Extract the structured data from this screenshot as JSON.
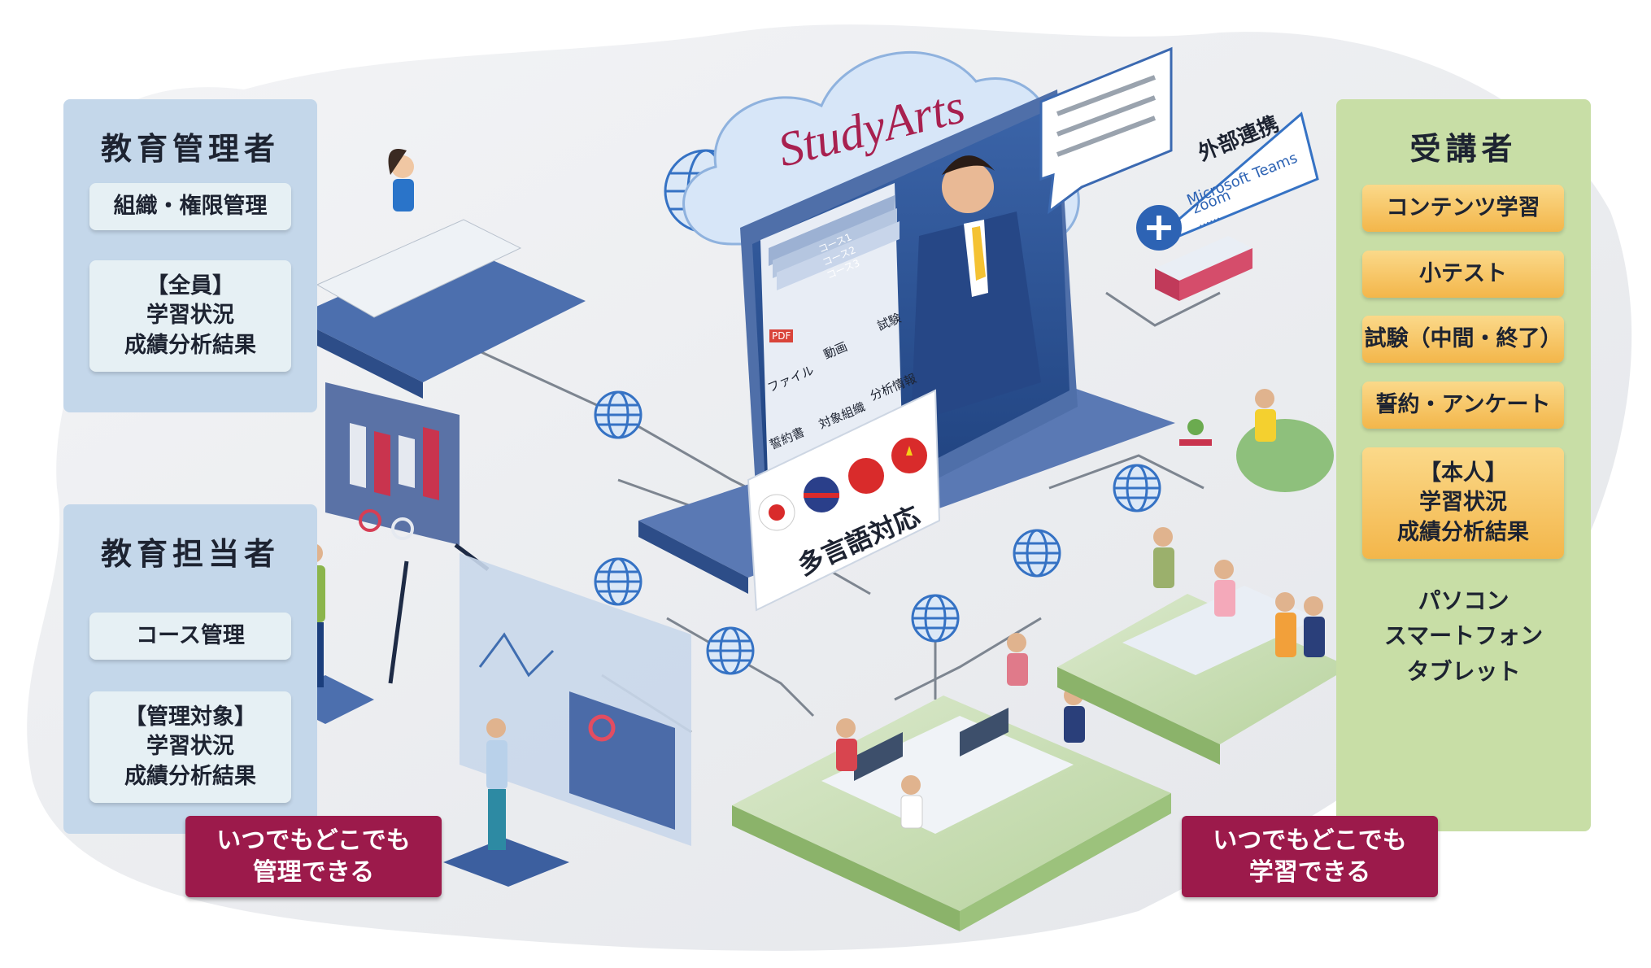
{
  "admin_panel": {
    "title": "教育管理者",
    "items": [
      "組織・権限管理",
      "【全員】\n学習状況\n成績分析結果"
    ]
  },
  "instructor_panel": {
    "title": "教育担当者",
    "items": [
      "コース管理",
      "【管理対象】\n学習状況\n成績分析結果"
    ]
  },
  "learner_panel": {
    "title": "受講者",
    "items": [
      "コンテンツ学習",
      "小テスト",
      "試験（中間・終了）",
      "誓約・アンケート",
      "【本人】\n学習状況\n成績分析結果"
    ],
    "devices": [
      "パソコン",
      "スマートフォン",
      "タブレット"
    ]
  },
  "banners": {
    "manage": "いつでもどこでも\n管理できる",
    "learn": "いつでもどこでも\n学習できる"
  },
  "logo": "StudyArts",
  "integration": {
    "title": "外部連携",
    "services": [
      "Microsoft Teams",
      "zoom",
      "……"
    ]
  },
  "screen": {
    "courses": [
      "コース1",
      "コース2",
      "コース3"
    ],
    "features": [
      "ファイル",
      "動画",
      "試験",
      "誓約書",
      "対象組織",
      "分析情報"
    ],
    "pdf_label": "PDF",
    "multilang": "多言語対応"
  },
  "colors": {
    "admin_panel": "#c4d7ea",
    "learner_panel": "#c8dea6",
    "banner": "#9c1a4b",
    "logo": "#a8204f"
  }
}
